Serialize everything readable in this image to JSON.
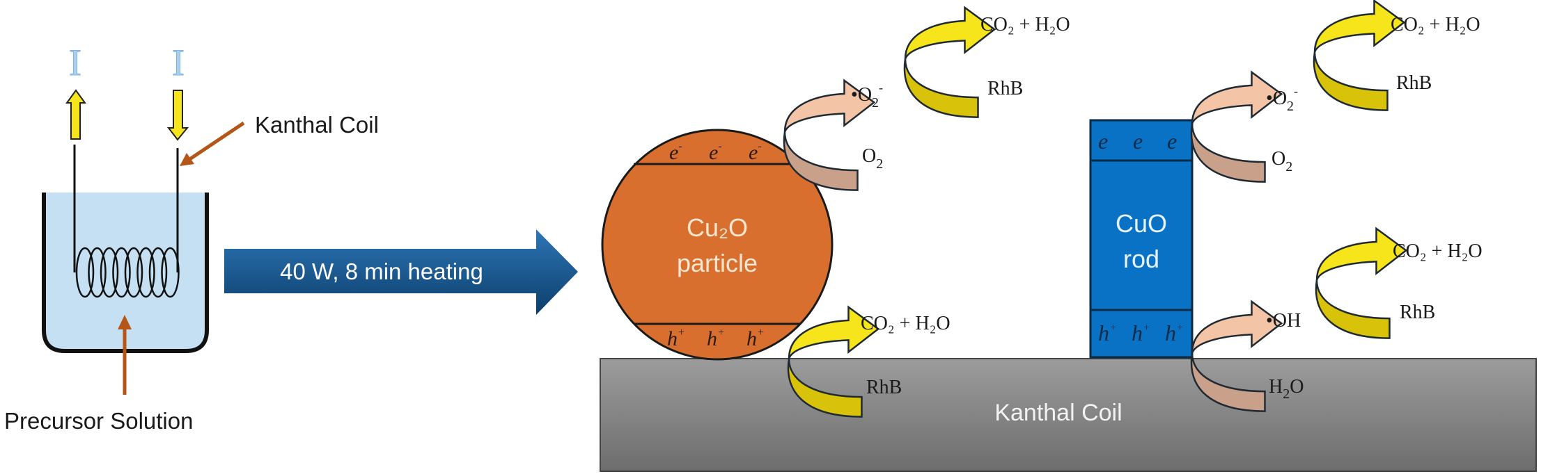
{
  "setup": {
    "current_symbol_left": "I",
    "current_symbol_right": "I",
    "coil_label": "Kanthal Coil",
    "solution_label": "Precursor Solution"
  },
  "process_arrow": {
    "label": "40 W, 8 min heating"
  },
  "cu2o": {
    "name_line1": "Cu₂O",
    "name_line2": "particle",
    "electrons": [
      "e",
      "e",
      "e"
    ],
    "electron_sup": "-",
    "holes": [
      "h",
      "h",
      "h"
    ],
    "hole_sup": "+",
    "reduction": {
      "reactant": "O",
      "reactant_sub": "2",
      "product_dot": "•",
      "product": "O",
      "product_sub": "2",
      "product_sup": "-"
    },
    "radical_degradation": {
      "reactant": "RhB",
      "product": "CO₂ + H₂O"
    },
    "hole_degradation": {
      "reactant": "RhB",
      "product": "CO₂ + H₂O"
    }
  },
  "cuo": {
    "name_line1": "CuO",
    "name_line2": "rod",
    "electrons": [
      "e",
      "e",
      "e"
    ],
    "holes": [
      "h",
      "h",
      "h"
    ],
    "hole_sup": "+",
    "reduction": {
      "reactant": "O",
      "reactant_sub": "2",
      "product_dot": "•",
      "product": "O",
      "product_sub": "2",
      "product_sup": "-"
    },
    "oxidation": {
      "reactant": "H",
      "reactant_sub": "2",
      "reactant_tail": "O",
      "product": "•OH"
    },
    "superoxide_degradation": {
      "reactant": "RhB",
      "product": "CO₂ + H₂O"
    },
    "hydroxyl_degradation": {
      "reactant": "RhB",
      "product": "CO₂ + H₂O"
    }
  },
  "substrate": {
    "label": "Kanthal Coil"
  },
  "colors": {
    "solution": "#c5dff3",
    "current_symbol": "#a9d0f0",
    "yellow_arrow": "#f6e51a",
    "yellow_arrow_dark": "#d8c20a",
    "pointer": "#b45618",
    "process_arrow_light": "#2e75b6",
    "process_arrow_dark": "#0b3f6b",
    "cu2o": "#d86f2f",
    "cuo": "#0a72c4",
    "peach_light": "#f4c4a6",
    "peach_dark": "#c9a08a",
    "substrate_light": "#9a9a9a",
    "substrate_dark": "#6e6e6e"
  }
}
